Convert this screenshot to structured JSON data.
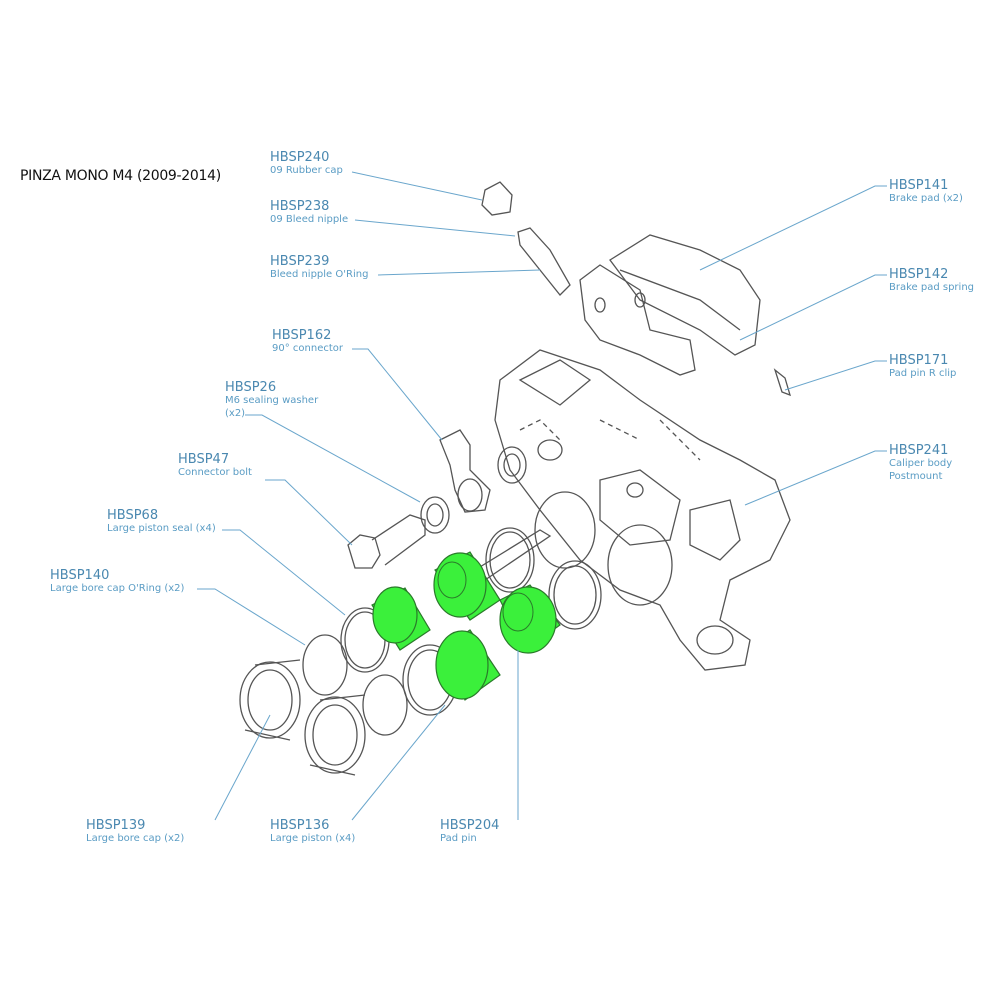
{
  "title": "PINZA MONO M4  (2009-2014)",
  "colors": {
    "highlight": "#3bf03b",
    "label": "#4f8fb5",
    "leader": "#6aa6cc",
    "line": "#555555"
  },
  "labels": [
    {
      "code": "HBSP240",
      "desc": [
        "09 Rubber cap"
      ]
    },
    {
      "code": "HBSP238",
      "desc": [
        "09 Bleed nipple"
      ]
    },
    {
      "code": "HBSP239",
      "desc": [
        "Bleed nipple O'Ring"
      ]
    },
    {
      "code": "HBSP162",
      "desc": [
        "90° connector"
      ]
    },
    {
      "code": "HBSP26",
      "desc": [
        "M6 sealing washer",
        "(x2)"
      ]
    },
    {
      "code": "HBSP47",
      "desc": [
        "Connector bolt"
      ]
    },
    {
      "code": "HBSP68",
      "desc": [
        "Large piston seal (x4)"
      ]
    },
    {
      "code": "HBSP140",
      "desc": [
        "Large bore cap O'Ring (x2)"
      ]
    },
    {
      "code": "HBSP139",
      "desc": [
        "Large bore cap (x2)"
      ]
    },
    {
      "code": "HBSP136",
      "desc": [
        "Large piston (x4)"
      ]
    },
    {
      "code": "HBSP204",
      "desc": [
        "Pad pin"
      ]
    },
    {
      "code": "HBSP141",
      "desc": [
        "Brake pad (x2)"
      ]
    },
    {
      "code": "HBSP142",
      "desc": [
        "Brake pad spring"
      ]
    },
    {
      "code": "HBSP171",
      "desc": [
        "Pad pin R clip"
      ]
    },
    {
      "code": "HBSP241",
      "desc": [
        "Caliper body",
        "Postmount"
      ]
    }
  ]
}
